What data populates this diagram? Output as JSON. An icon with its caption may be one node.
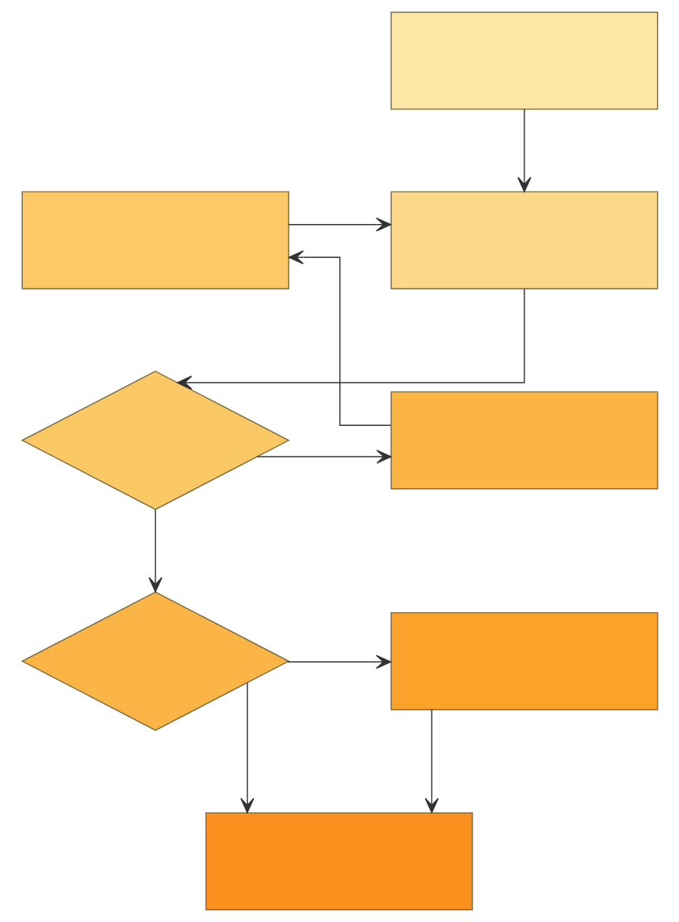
{
  "diagram": {
    "nodes": [
      {
        "text": [],
        "shape": "box"
      },
      {
        "text": [],
        "shape": "box"
      },
      {
        "text": [],
        "shape": "box"
      },
      {
        "text": [],
        "shape": "diamond"
      },
      {
        "text": [],
        "shape": "box"
      },
      {
        "text": [],
        "shape": "diamond"
      },
      {
        "text": [],
        "shape": "box"
      },
      {
        "text": [],
        "shape": "box"
      }
    ],
    "edges": [
      {
        "from": 0,
        "to": 1,
        "arrow": "to"
      },
      {
        "from": 2,
        "to": 1,
        "arrow": "to"
      },
      {
        "from": 1,
        "to": 3,
        "arrow": "to"
      },
      {
        "from": 3,
        "to": 4,
        "arrow": "to"
      },
      {
        "from": 4,
        "to": 2,
        "arrow": "to"
      },
      {
        "from": 3,
        "to": 5,
        "arrow": "to"
      },
      {
        "from": 5,
        "to": 6,
        "arrow": "to"
      },
      {
        "from": 6,
        "to": 7,
        "arrow": "to"
      },
      {
        "from": 5,
        "to": 7,
        "arrow": "to"
      }
    ]
  }
}
